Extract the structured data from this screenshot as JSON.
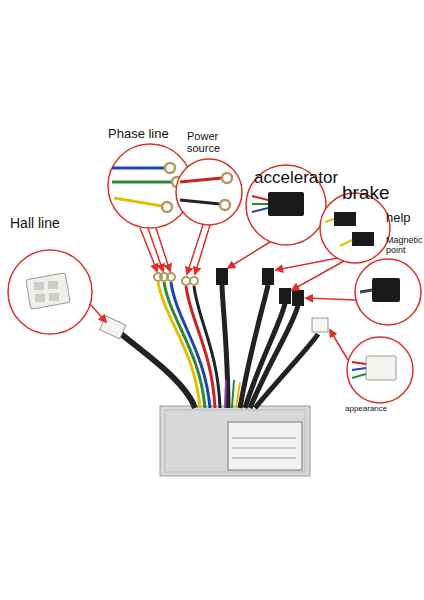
{
  "diagram": {
    "labels": [
      "Phase line",
      "Power source",
      "accelerator",
      "brake",
      "help",
      "Magnetic point",
      "Hall line",
      "appearance"
    ]
  }
}
